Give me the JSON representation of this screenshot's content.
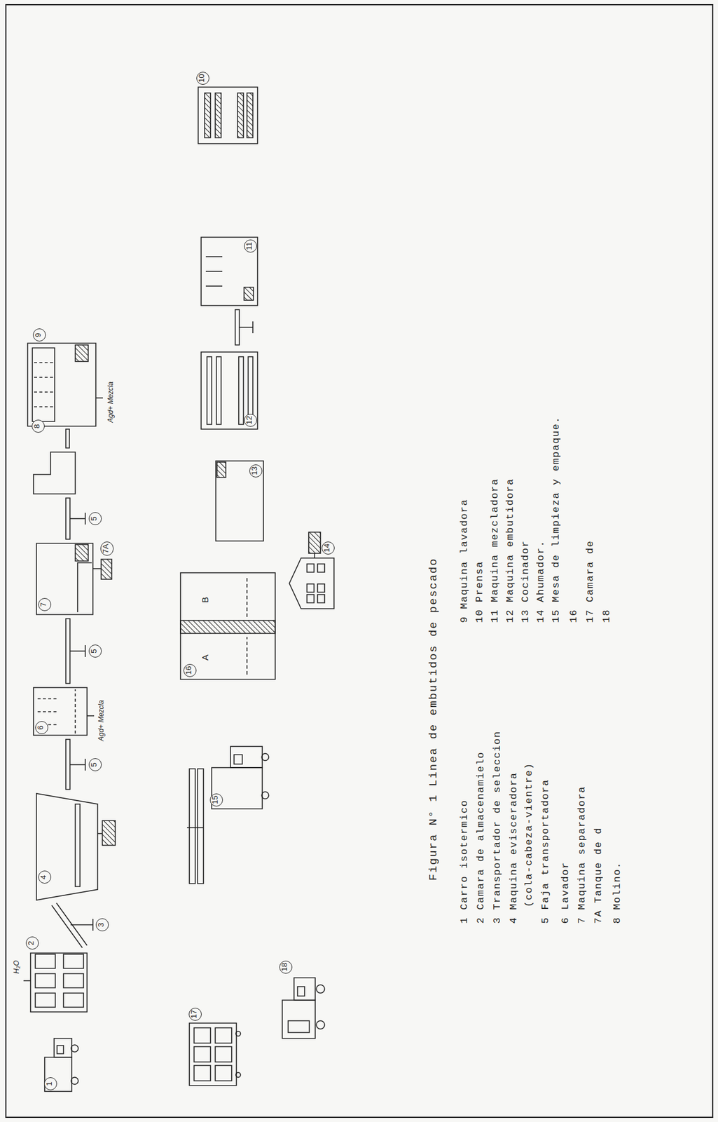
{
  "diagram": {
    "title": "Linea de embutidos de pescado",
    "nodes": [
      {
        "text": [
          "1"
        ]
      },
      {
        "text": [
          "2"
        ]
      },
      {
        "text": [
          "4"
        ]
      },
      {
        "text": [
          "6"
        ]
      },
      {
        "text": [
          "7"
        ]
      },
      {
        "text": [
          "8"
        ]
      },
      {
        "text": [
          "9"
        ]
      },
      {
        "text": [
          "10"
        ]
      },
      {
        "text": [
          "11"
        ]
      },
      {
        "text": [
          "12"
        ]
      },
      {
        "text": [
          "13"
        ]
      },
      {
        "text": [
          "16"
        ]
      },
      {
        "text": [
          "14"
        ]
      },
      {
        "text": [
          "15"
        ]
      },
      {
        "text": [
          "17"
        ]
      },
      {
        "text": [
          "18"
        ]
      }
    ],
    "edges": [
      {
        "from": 0,
        "to": 1,
        "arrow": "to"
      },
      {
        "from": 1,
        "to": 2,
        "arrow": "to"
      },
      {
        "from": 2,
        "to": 3,
        "arrow": "to"
      },
      {
        "from": 3,
        "to": 4,
        "arrow": "to"
      },
      {
        "from": 4,
        "to": 5,
        "arrow": "to"
      },
      {
        "from": 5,
        "to": 6,
        "arrow": "to"
      },
      {
        "from": 6,
        "to": 7,
        "arrow": "to"
      },
      {
        "from": 7,
        "to": 8,
        "arrow": "to"
      },
      {
        "from": 8,
        "to": 9,
        "arrow": "to"
      },
      {
        "from": 9,
        "to": 10,
        "arrow": "to"
      },
      {
        "from": 10,
        "to": 11,
        "arrow": "to"
      },
      {
        "from": 11,
        "to": 12,
        "arrow": "to"
      },
      {
        "from": 12,
        "to": 11,
        "arrow": "to"
      },
      {
        "from": 11,
        "to": 13,
        "arrow": "to"
      },
      {
        "from": 13,
        "to": 14,
        "arrow": "to"
      },
      {
        "from": 14,
        "to": 15,
        "arrow": "to"
      }
    ],
    "labels": [
      "H₂O",
      "3",
      "5",
      "Agd+ Mezcla",
      "5",
      "7A",
      "5",
      "Agd+ Mezcla",
      "A",
      "B",
      "Figura N° 1",
      "1 Carro isotermico",
      "2 Camara de almacenamielo",
      "3 Transportador de seleccion",
      "4 Maquina evisceradora",
      "(cola-cabeza-vientre)",
      "5 Faja transportadora",
      "6 Lavador",
      "7 Maquina separadora",
      "7A Tanque de d",
      "8 Molino.",
      "9 Maquina lavadora",
      "10 Prensa",
      "11 Maquina mezcladora",
      "12 Maquina embutidora",
      "13 Cocinador",
      "14 Ahumador.",
      "15 Mesa de limpieza y empaque.",
      "16",
      "17 Camara de",
      "18"
    ]
  }
}
